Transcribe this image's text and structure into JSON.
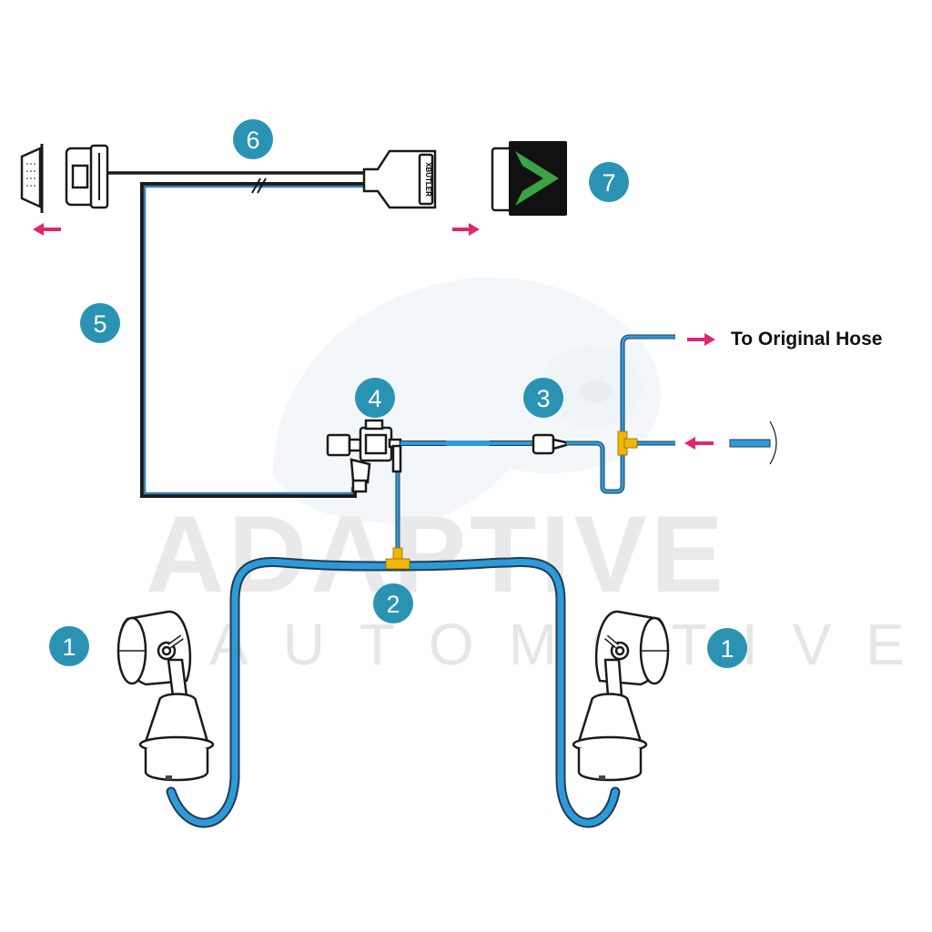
{
  "watermark": {
    "brand_line1": "ADAPTIVE",
    "brand_line2": "AUTOMOTIVE"
  },
  "labels": {
    "to_original_hose": "To Original Hose"
  },
  "adapter_text": "XBUTLER",
  "badges": [
    {
      "id": "badge-1-left",
      "number": "1",
      "component": "vacuum-actuator-left"
    },
    {
      "id": "badge-1-right",
      "number": "1",
      "component": "vacuum-actuator-right"
    },
    {
      "id": "badge-2",
      "number": "2",
      "component": "actuator-hose-loop"
    },
    {
      "id": "badge-3",
      "number": "3",
      "component": "inline-check-valve"
    },
    {
      "id": "badge-4",
      "number": "4",
      "component": "solenoid-valve"
    },
    {
      "id": "badge-5",
      "number": "5",
      "component": "solenoid-wire"
    },
    {
      "id": "badge-6",
      "number": "6",
      "component": "obd-y-cable"
    },
    {
      "id": "badge-7",
      "number": "7",
      "component": "control-module"
    }
  ],
  "colors": {
    "badge": "#2a93b4",
    "hose": "#2f9ad8",
    "tee": "#f2b705",
    "arrow": "#e3256f",
    "module_body": "#111111",
    "module_logo": "#3aa348"
  }
}
